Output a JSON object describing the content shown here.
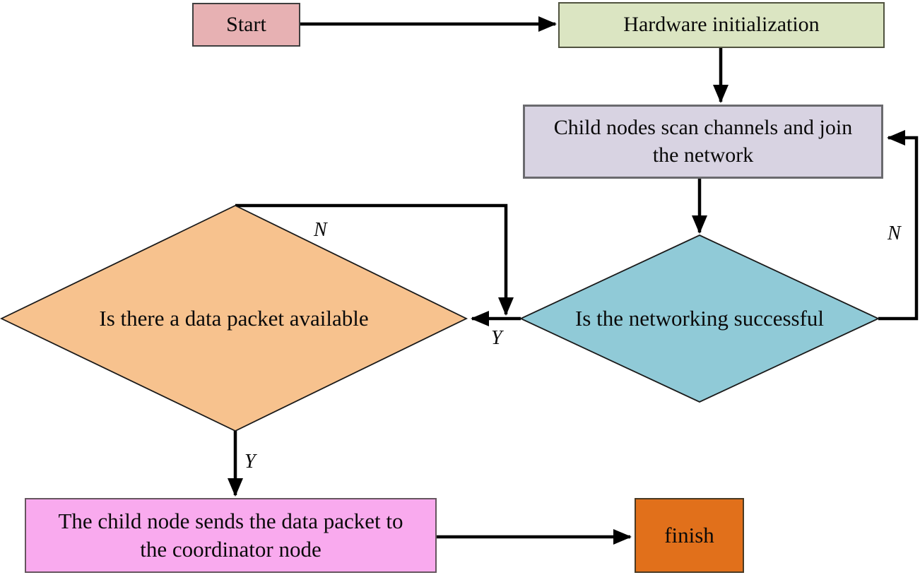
{
  "nodes": {
    "start": "Start",
    "hardware": "Hardware initialization",
    "scan": "Child nodes scan channels and join the network",
    "networking": "Is the networking successful",
    "packet": "Is there a data packet available",
    "send": "The child node sends the data packet to the coordinator node",
    "finish": "finish"
  },
  "edge_labels": {
    "networking_no": "N",
    "networking_yes": "Y",
    "packet_no": "N",
    "packet_yes": "Y"
  },
  "colors": {
    "start": "#e7b1b3",
    "hardware": "#dbe5c2",
    "scan": "#d8d3e2",
    "networking": "#90cad7",
    "packet": "#f7c28e",
    "send": "#f9aaee",
    "finish": "#e1701b",
    "line": "#000000"
  }
}
